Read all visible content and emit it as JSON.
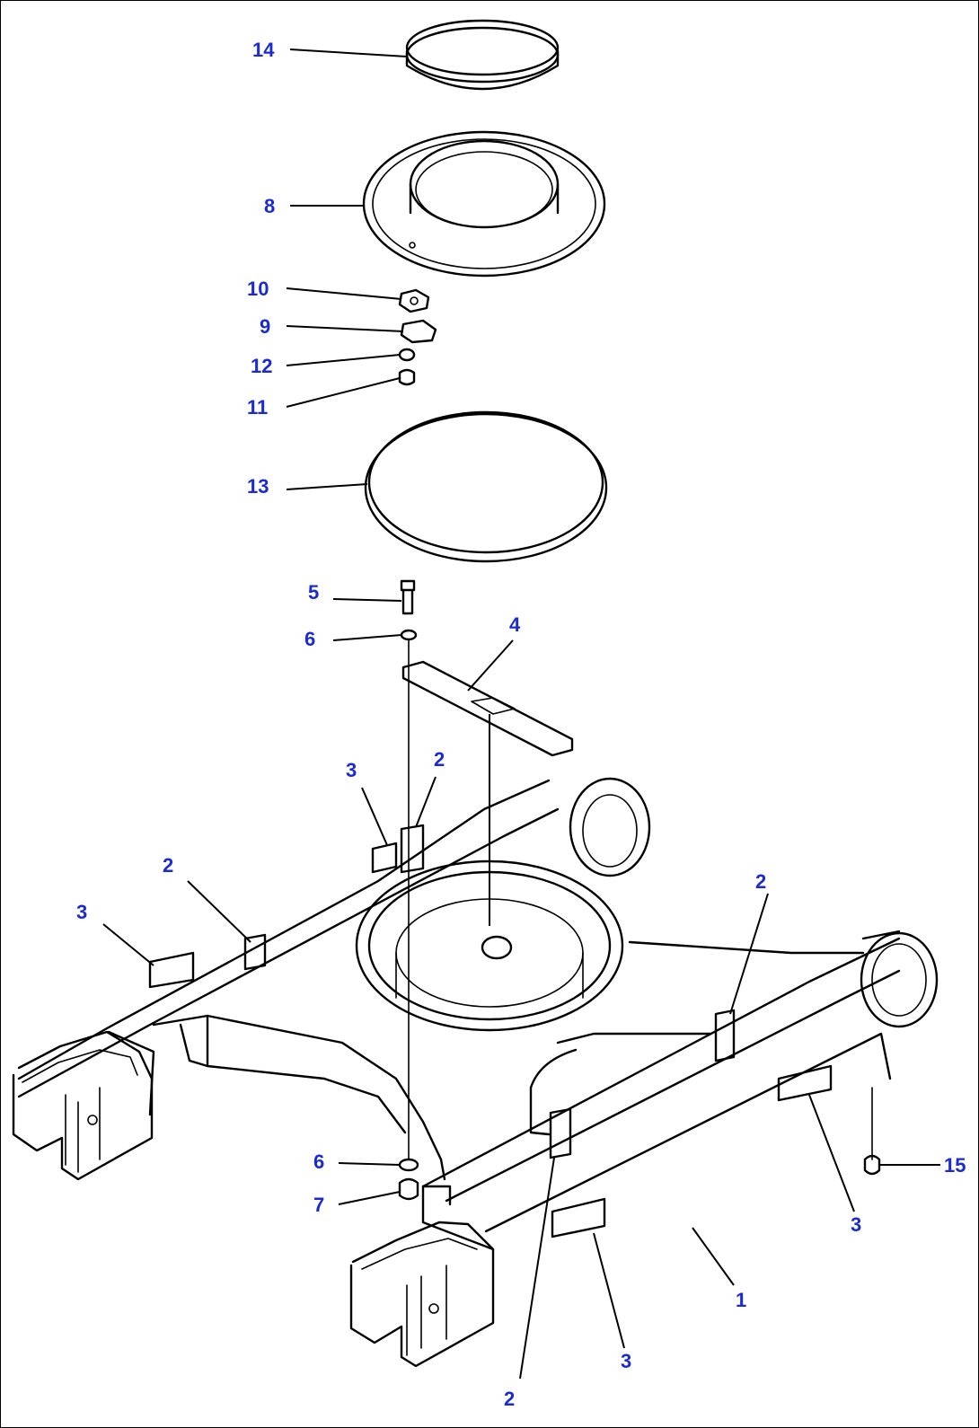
{
  "diagram": {
    "callouts": [
      {
        "id": "c14",
        "label": "14"
      },
      {
        "id": "c8",
        "label": "8"
      },
      {
        "id": "c10",
        "label": "10"
      },
      {
        "id": "c9",
        "label": "9"
      },
      {
        "id": "c12",
        "label": "12"
      },
      {
        "id": "c11",
        "label": "11"
      },
      {
        "id": "c13",
        "label": "13"
      },
      {
        "id": "c5",
        "label": "5"
      },
      {
        "id": "c6a",
        "label": "6"
      },
      {
        "id": "c4",
        "label": "4"
      },
      {
        "id": "c3a",
        "label": "3"
      },
      {
        "id": "c2a",
        "label": "2"
      },
      {
        "id": "c2b",
        "label": "2"
      },
      {
        "id": "c3b",
        "label": "3"
      },
      {
        "id": "c2c",
        "label": "2"
      },
      {
        "id": "c6b",
        "label": "6"
      },
      {
        "id": "c7",
        "label": "7"
      },
      {
        "id": "c15",
        "label": "15"
      },
      {
        "id": "c3c",
        "label": "3"
      },
      {
        "id": "c1",
        "label": "1"
      },
      {
        "id": "c3d",
        "label": "3"
      },
      {
        "id": "c2d",
        "label": "2"
      }
    ],
    "callout_color": "#1a2bd6",
    "line_color": "#000000"
  }
}
